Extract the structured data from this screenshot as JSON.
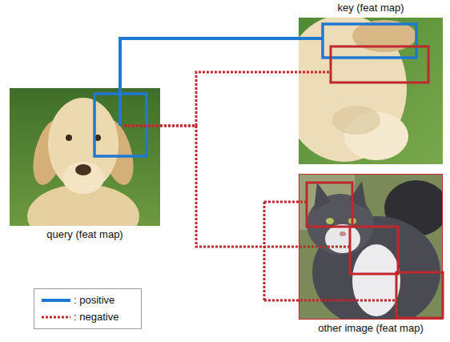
{
  "diagram": {
    "nodes": [
      {
        "text": [
          "query (feat map)"
        ]
      },
      {
        "text": [
          "key (feat map)"
        ]
      },
      {
        "text": [
          "other image (feat map)"
        ]
      }
    ],
    "edges": [
      {
        "from": 0,
        "to": 1,
        "arrow": "none"
      },
      {
        "from": 0,
        "to": 1,
        "arrow": "none"
      },
      {
        "from": 0,
        "to": 2,
        "arrow": "none"
      }
    ],
    "legend": [
      {
        "text": ": positive"
      },
      {
        "text": ": negative"
      }
    ]
  }
}
